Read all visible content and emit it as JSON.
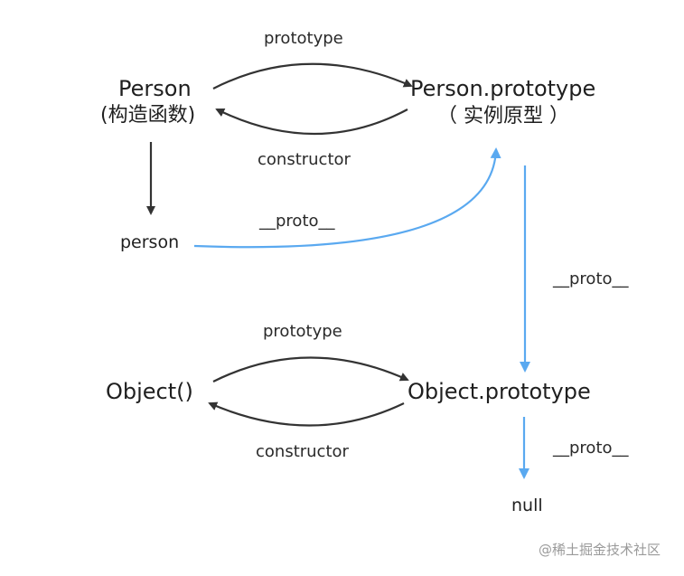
{
  "nodes": {
    "person_ctor": "Person",
    "person_ctor_sub": "(构造函数)",
    "person_proto": "Person.prototype",
    "person_proto_sub": "（ 实例原型 ）",
    "person_instance": "person",
    "object_ctor": "Object()",
    "object_proto": "Object.prototype",
    "null_node": "null"
  },
  "edges": {
    "prototype_top": "prototype",
    "constructor_top": "constructor",
    "proto_person": "__proto__",
    "proto_person_proto": "__proto__",
    "prototype_bottom": "prototype",
    "constructor_bottom": "constructor",
    "proto_object_proto": "__proto__"
  },
  "watermark": "@稀土掘金技术社区",
  "colors": {
    "dark_arrow": "#333333",
    "blue_arrow": "#5aa9f0"
  }
}
